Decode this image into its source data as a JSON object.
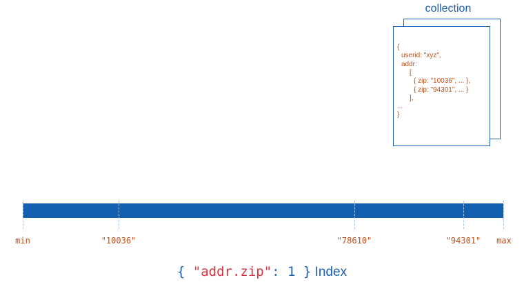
{
  "collection": {
    "title": "collection",
    "document_lines": [
      {
        "text": "{",
        "indent": 0,
        "color": "#c0501b"
      },
      {
        "text": "userid: \"xyz\",",
        "indent": 1,
        "color": "#c0501b"
      },
      {
        "text": "addr:",
        "indent": 1,
        "color": "#c0501b"
      },
      {
        "text": "[",
        "indent": 3,
        "color": "#c0501b"
      },
      {
        "text": "{ zip: \"10036\", ... },",
        "indent": 4,
        "color": "#c0501b"
      },
      {
        "text": "{ zip: \"94301\", ... }",
        "indent": 4,
        "color": "#c0501b"
      },
      {
        "text": "],",
        "indent": 3,
        "color": "#c0501b"
      },
      {
        "text": "...",
        "indent": 0,
        "color": "#c0501b"
      },
      {
        "text": "}",
        "indent": 0,
        "color": "#c0501b"
      }
    ]
  },
  "index": {
    "labels": [
      {
        "key": "min",
        "text": "min"
      },
      {
        "key": "10036",
        "text": "\"10036\""
      },
      {
        "key": "78610",
        "text": "\"78610\""
      },
      {
        "key": "94301",
        "text": "\"94301\""
      },
      {
        "key": "max",
        "text": "max"
      }
    ],
    "caption": {
      "open": "{ ",
      "field": "\"addr.zip\"",
      "rest": ": 1 }",
      "word": "Index"
    }
  },
  "colors": {
    "bar": "#1460b0",
    "label": "#c0501b",
    "field": "#d9323f",
    "caption": "#1a5fb4",
    "border": "#1a5fb4"
  }
}
